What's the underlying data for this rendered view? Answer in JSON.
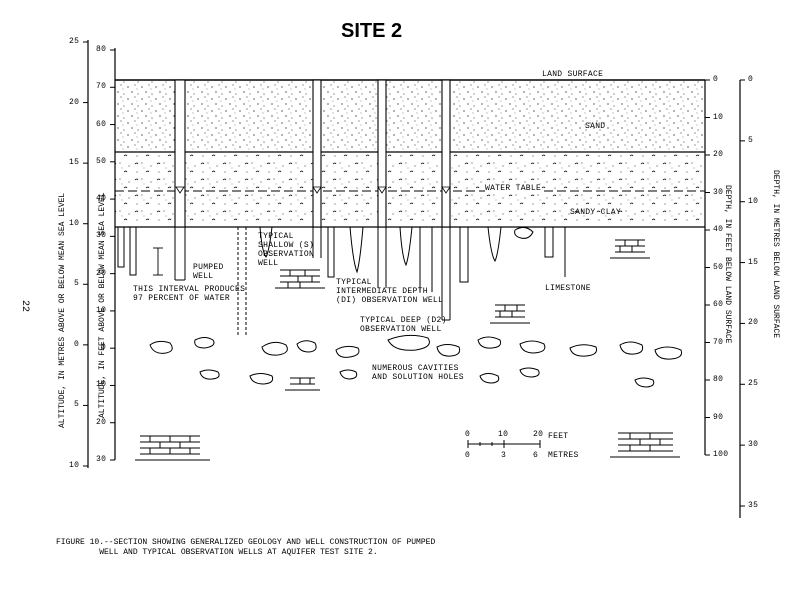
{
  "title": "SITE 2",
  "page_number": "22",
  "axes": {
    "left_outer_label": "ALTITUDE, IN METRES ABOVE OR BELOW MEAN SEA LEVEL",
    "left_inner_label": "ALTITUDE, IN FEET ABOVE OR BELOW MEAN SEA LEVEL",
    "right_inner_label": "DEPTH, IN FEET BELOW LAND SURFACE",
    "right_outer_label": "DEPTH, IN METRES BELOW LAND SURFACE",
    "left_outer_ticks": [
      "25",
      "20",
      "15",
      "10",
      "5",
      "0",
      "5",
      "10"
    ],
    "left_inner_ticks": [
      "80",
      "70",
      "60",
      "50",
      "40",
      "30",
      "20",
      "10",
      "0",
      "10",
      "20",
      "30"
    ],
    "right_inner_ticks": [
      "0",
      "10",
      "20",
      "30",
      "40",
      "50",
      "60",
      "70",
      "80",
      "90",
      "100"
    ],
    "right_outer_ticks": [
      "0",
      "5",
      "10",
      "15",
      "20",
      "25",
      "30",
      "35"
    ]
  },
  "layers": {
    "land_surface": "LAND SURFACE",
    "sand": "SAND",
    "water_table": "WATER TABLE",
    "sandy_clay": "SANDY CLAY",
    "limestone": "LIMESTONE"
  },
  "annotations": {
    "interval": "THIS INTERVAL PRODUCES\n97 PERCENT OF WATER",
    "pumped_well": "PUMPED\nWELL",
    "shallow_well": "TYPICAL\nSHALLOW (S)\nOBSERVATION\nWELL",
    "intermediate_well": "TYPICAL\nINTERMEDIATE DEPTH\n(DI) OBSERVATION WELL",
    "deep_well": "TYPICAL DEEP (D2)\nOBSERVATION WELL",
    "cavities": "NUMEROUS CAVITIES\nAND SOLUTION HOLES"
  },
  "scale_bar": {
    "feet_ticks": [
      "0",
      "10",
      "20"
    ],
    "feet_unit": "FEET",
    "metre_ticks": [
      "0",
      "3",
      "6"
    ],
    "metre_unit": "METRES"
  },
  "caption": "FIGURE 10.--SECTION SHOWING GENERALIZED GEOLOGY AND WELL CONSTRUCTION OF PUMPED\n         WELL AND TYPICAL OBSERVATION WELLS AT AQUIFER TEST SITE 2."
}
